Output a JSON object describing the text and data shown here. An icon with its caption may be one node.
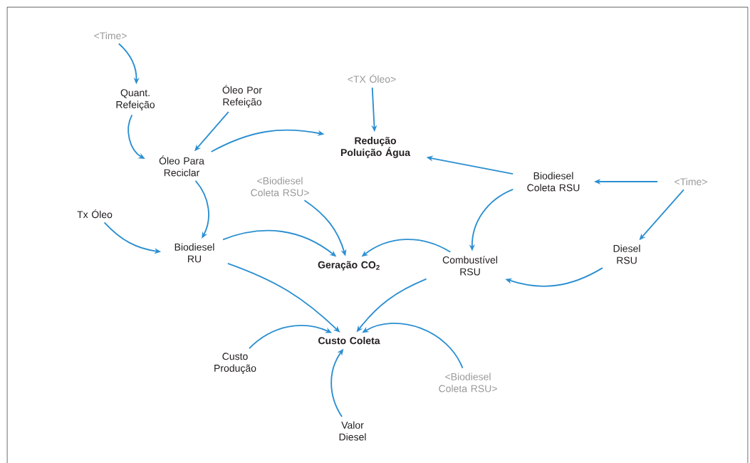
{
  "diagram": {
    "nodes": [
      {
        "text": [
          "<Time>"
        ]
      },
      {
        "text": [
          "Quant. Refeição"
        ]
      },
      {
        "text": [
          "Óleo Por Refeição"
        ]
      },
      {
        "text": [
          "<TX Óleo>"
        ]
      },
      {
        "text": [
          "Óleo Para Reciclar"
        ]
      },
      {
        "text": [
          "Redução Poluição Água"
        ]
      },
      {
        "text": [
          "<Biodiesel Coleta RSU>"
        ]
      },
      {
        "text": [
          "Biodiesel Coleta RSU"
        ]
      },
      {
        "text": [
          "<Time>"
        ]
      },
      {
        "text": [
          "Tx Óleo"
        ]
      },
      {
        "text": [
          "Biodiesel RU"
        ]
      },
      {
        "text": [
          "Geração CO$_{2}$"
        ]
      },
      {
        "text": [
          "Combustível RSU"
        ]
      },
      {
        "text": [
          "Diesel RSU"
        ]
      },
      {
        "text": [
          "Custo Coleta"
        ]
      },
      {
        "text": [
          "Custo Produção"
        ]
      },
      {
        "text": [
          "<Biodiesel Coleta RSU>"
        ]
      },
      {
        "text": [
          "Valor Diesel"
        ]
      }
    ],
    "edges": [
      {
        "from": 0,
        "to": 1,
        "arrow": "to"
      },
      {
        "from": 1,
        "to": 4,
        "arrow": "to"
      },
      {
        "from": 2,
        "to": 4,
        "arrow": "to"
      },
      {
        "from": 4,
        "to": 5,
        "arrow": "to"
      },
      {
        "from": 3,
        "to": 5,
        "arrow": "to"
      },
      {
        "from": 7,
        "to": 5,
        "arrow": "to"
      },
      {
        "from": 4,
        "to": 10,
        "arrow": "to"
      },
      {
        "from": 9,
        "to": 10,
        "arrow": "to"
      },
      {
        "from": 6,
        "to": 11,
        "arrow": "to"
      },
      {
        "from": 10,
        "to": 11,
        "arrow": "to"
      },
      {
        "from": 12,
        "to": 11,
        "arrow": "to"
      },
      {
        "from": 7,
        "to": 12,
        "arrow": "to"
      },
      {
        "from": 8,
        "to": 7,
        "arrow": "to"
      },
      {
        "from": 8,
        "to": 13,
        "arrow": "to"
      },
      {
        "from": 13,
        "to": 12,
        "arrow": "to"
      },
      {
        "from": 10,
        "to": 14,
        "arrow": "to"
      },
      {
        "from": 12,
        "to": 14,
        "arrow": "to"
      },
      {
        "from": 15,
        "to": 14,
        "arrow": "to"
      },
      {
        "from": 16,
        "to": 14,
        "arrow": "to"
      },
      {
        "from": 17,
        "to": 14,
        "arrow": "to"
      }
    ]
  }
}
